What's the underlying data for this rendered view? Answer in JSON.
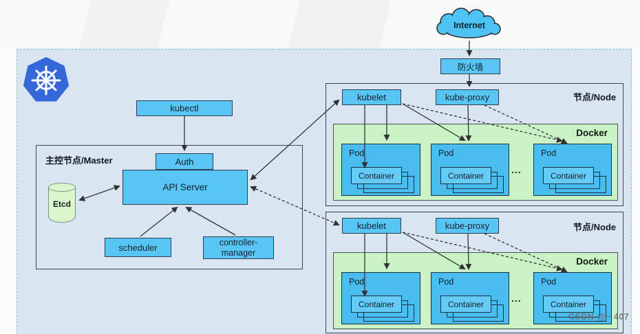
{
  "colors": {
    "box_blue": "#58c6f4",
    "pod_blue": "#49bdef",
    "container_blue": "#63cbf5",
    "docker_green": "#c9f3c6",
    "etcd_green": "#d9f6cf",
    "panel_blue": "#d9e6f2",
    "cloud_blue": "#4cc3f2",
    "k8s_logo_blue": "#3468d8",
    "arrow": "#333333",
    "teal_border": "#79c9c2"
  },
  "top_band": {
    "internet_label": "Internet",
    "firewall_label": "防火墙"
  },
  "kubectl_label": "kubectl",
  "master": {
    "title": "主控节点/Master",
    "auth_label": "Auth",
    "api_server_label": "API Server",
    "etcd_label": "Etcd",
    "scheduler_label": "scheduler",
    "controller_manager_label": "controller-manager"
  },
  "nodes": [
    {
      "title": "节点/Node",
      "kubelet_label": "kubelet",
      "kube_proxy_label": "kube-proxy",
      "docker_label": "Docker",
      "ellipsis": "...",
      "pods": [
        {
          "label": "Pod",
          "container_label": "Container"
        },
        {
          "label": "Pod",
          "container_label": "Container"
        },
        {
          "label": "Pod",
          "container_label": "Container"
        }
      ]
    },
    {
      "title": "节点/Node",
      "kubelet_label": "kubelet",
      "kube_proxy_label": "kube-proxy",
      "docker_label": "Docker",
      "ellipsis": "...",
      "pods": [
        {
          "label": "Pod",
          "container_label": "Container"
        },
        {
          "label": "Pod",
          "container_label": "Container"
        },
        {
          "label": "Pod",
          "container_label": "Container"
        }
      ]
    }
  ],
  "watermark": "CSDN @~ 407"
}
